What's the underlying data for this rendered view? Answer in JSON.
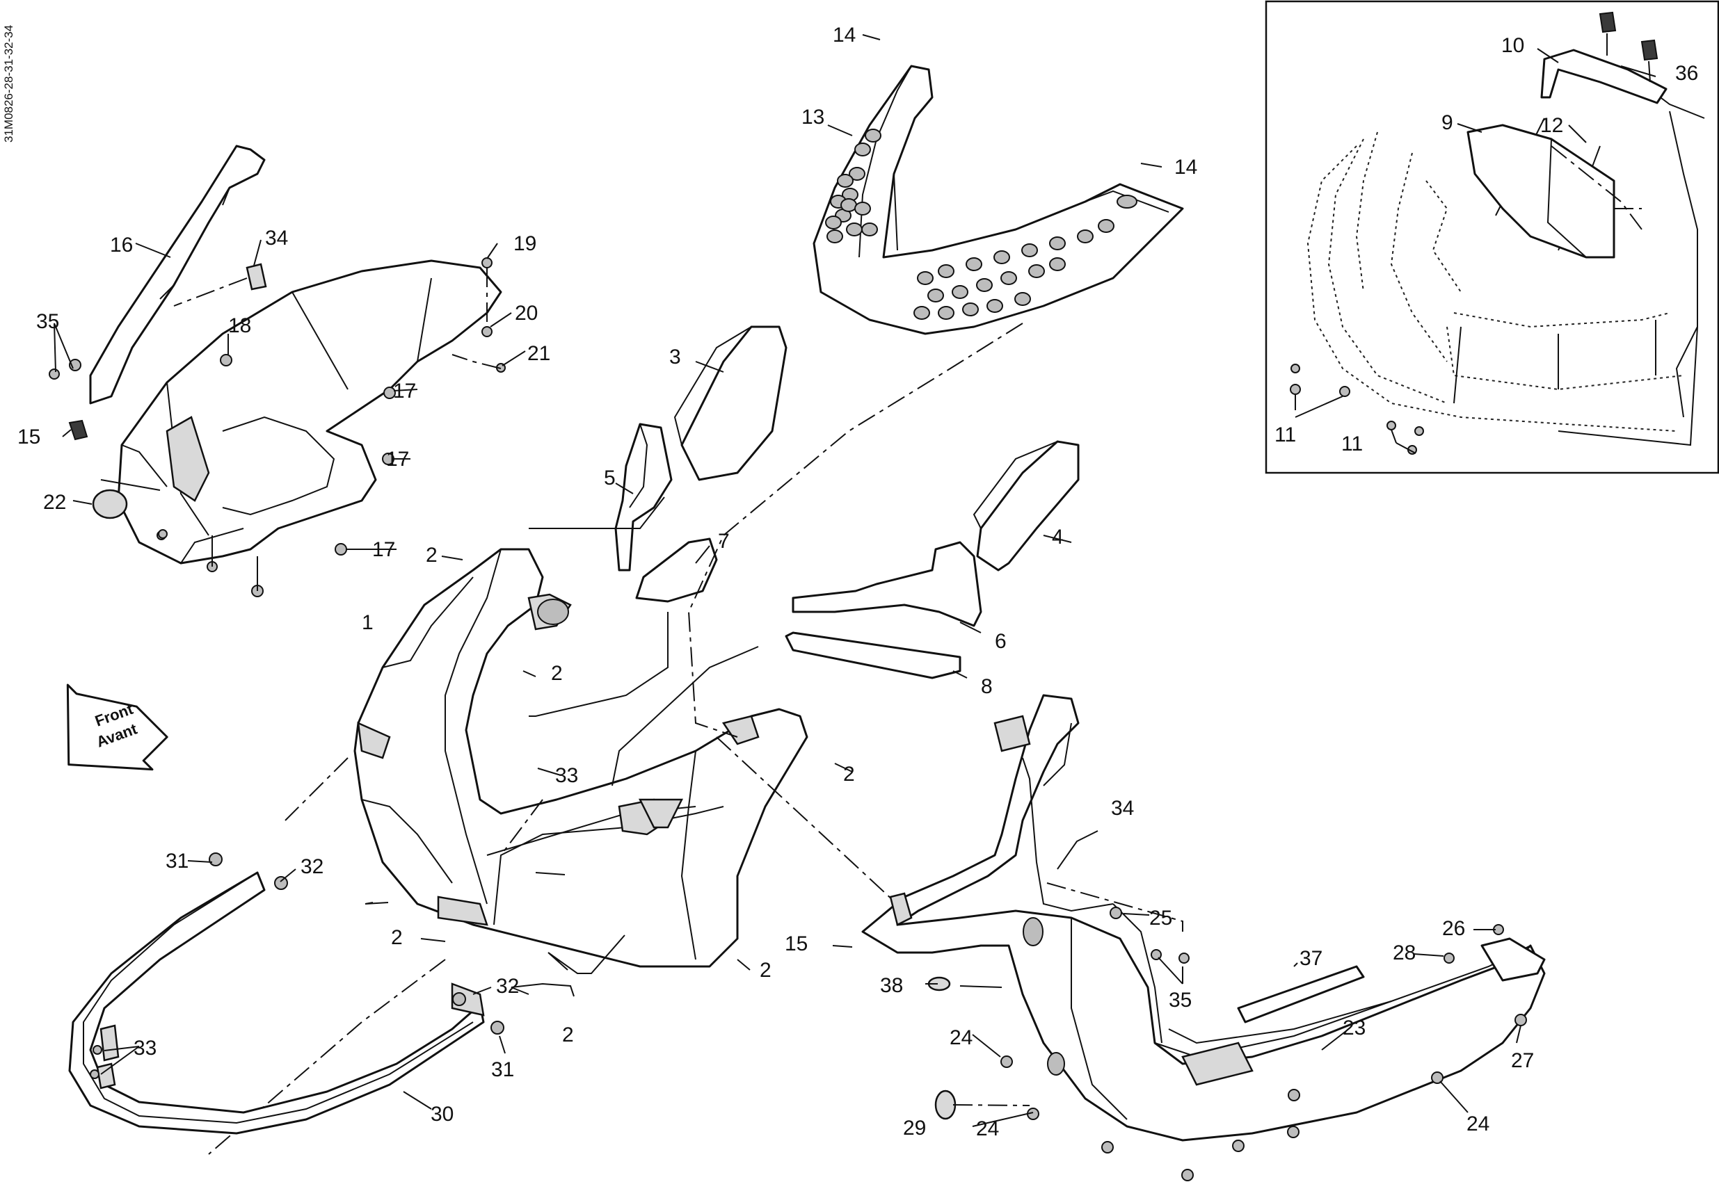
{
  "document_id": "31M0826-28-31-32-34",
  "direction_arrow": {
    "line1": "Front",
    "line2": "Avant"
  },
  "callouts": [
    {
      "id": "c1",
      "label": "1"
    },
    {
      "id": "c2a",
      "label": "2"
    },
    {
      "id": "c2b",
      "label": "2"
    },
    {
      "id": "c2c",
      "label": "2"
    },
    {
      "id": "c2d",
      "label": "2"
    },
    {
      "id": "c2e",
      "label": "2"
    },
    {
      "id": "c2f",
      "label": "2"
    },
    {
      "id": "c3",
      "label": "3"
    },
    {
      "id": "c4",
      "label": "4"
    },
    {
      "id": "c5",
      "label": "5"
    },
    {
      "id": "c6",
      "label": "6"
    },
    {
      "id": "c7",
      "label": "7"
    },
    {
      "id": "c8",
      "label": "8"
    },
    {
      "id": "c9",
      "label": "9"
    },
    {
      "id": "c10",
      "label": "10"
    },
    {
      "id": "c11a",
      "label": "11"
    },
    {
      "id": "c11b",
      "label": "11"
    },
    {
      "id": "c12",
      "label": "12"
    },
    {
      "id": "c13",
      "label": "13"
    },
    {
      "id": "c14a",
      "label": "14"
    },
    {
      "id": "c14b",
      "label": "14"
    },
    {
      "id": "c15a",
      "label": "15"
    },
    {
      "id": "c15b",
      "label": "15"
    },
    {
      "id": "c16",
      "label": "16"
    },
    {
      "id": "c17a",
      "label": "17"
    },
    {
      "id": "c17b",
      "label": "17"
    },
    {
      "id": "c17c",
      "label": "17"
    },
    {
      "id": "c18",
      "label": "18"
    },
    {
      "id": "c19",
      "label": "19"
    },
    {
      "id": "c20",
      "label": "20"
    },
    {
      "id": "c21",
      "label": "21"
    },
    {
      "id": "c22",
      "label": "22"
    },
    {
      "id": "c23",
      "label": "23"
    },
    {
      "id": "c24a",
      "label": "24"
    },
    {
      "id": "c24b",
      "label": "24"
    },
    {
      "id": "c24c",
      "label": "24"
    },
    {
      "id": "c25",
      "label": "25"
    },
    {
      "id": "c26",
      "label": "26"
    },
    {
      "id": "c27",
      "label": "27"
    },
    {
      "id": "c28",
      "label": "28"
    },
    {
      "id": "c29",
      "label": "29"
    },
    {
      "id": "c30",
      "label": "30"
    },
    {
      "id": "c31a",
      "label": "31"
    },
    {
      "id": "c31b",
      "label": "31"
    },
    {
      "id": "c32a",
      "label": "32"
    },
    {
      "id": "c32b",
      "label": "32"
    },
    {
      "id": "c33a",
      "label": "33"
    },
    {
      "id": "c33b",
      "label": "33"
    },
    {
      "id": "c34a",
      "label": "34"
    },
    {
      "id": "c34b",
      "label": "34"
    },
    {
      "id": "c35a",
      "label": "35"
    },
    {
      "id": "c35b",
      "label": "35"
    },
    {
      "id": "c36",
      "label": "36"
    },
    {
      "id": "c37",
      "label": "37"
    },
    {
      "id": "c38",
      "label": "38"
    }
  ]
}
